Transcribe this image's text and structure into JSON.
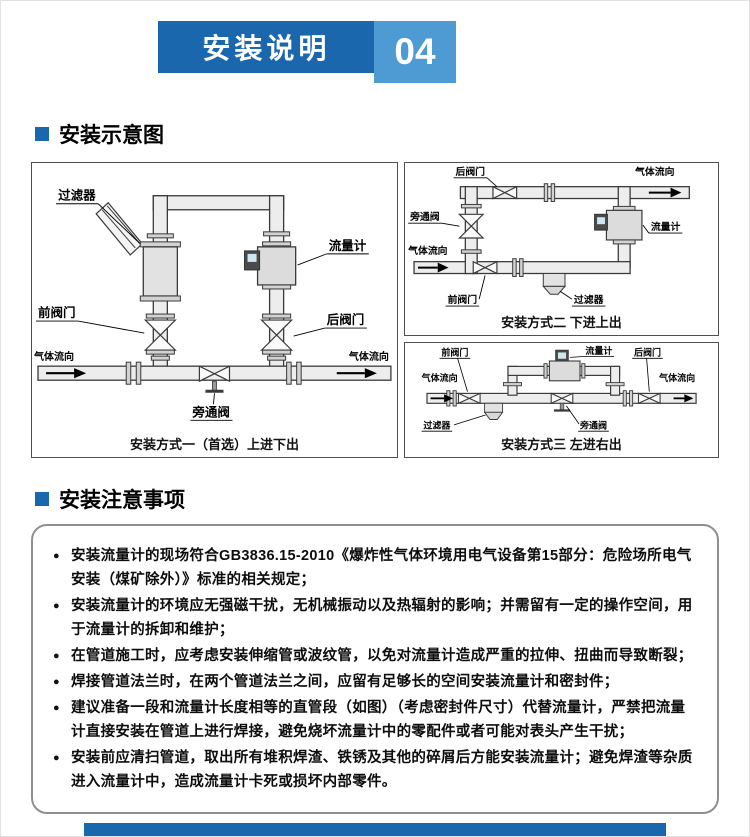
{
  "header": {
    "title": "安装说明",
    "page_number": "04"
  },
  "colors": {
    "primary_blue": "#1b67ae",
    "light_blue": "#4e9ad2"
  },
  "diagram": {
    "title": "安装示意图",
    "method1": {
      "caption": "安装方式一（首选）上进下出",
      "labels": {
        "filter": "过滤器",
        "flow_meter": "流量计",
        "front_valve": "前阀门",
        "rear_valve": "后阀门",
        "bypass_valve": "旁通阀",
        "gas_flow_in": "气体流向",
        "gas_flow_out": "气体流向"
      }
    },
    "method2": {
      "caption": "安装方式二 下进上出",
      "labels": {
        "filter": "过滤器",
        "flow_meter": "流量计",
        "front_valve": "前阀门",
        "rear_valve": "后阀门",
        "bypass_valve": "旁通阀",
        "gas_flow_in": "气体流向",
        "gas_flow_out": "气体流向"
      }
    },
    "method3": {
      "caption": "安装方式三 左进右出",
      "labels": {
        "filter": "过滤器",
        "flow_meter": "流量计",
        "front_valve": "前阀门",
        "rear_valve": "后阀门",
        "bypass_valve": "旁通阀",
        "gas_flow_in": "气体流向",
        "gas_flow_out": "气体流向"
      }
    }
  },
  "notes": {
    "title": "安装注意事项",
    "bullet": "●",
    "items": [
      "安装流量计的现场符合GB3836.15-2010《爆炸性气体环境用电气设备第15部分：危险场所电气安装（煤矿除外）》标准的相关规定；",
      "安装流量计的环境应无强磁干扰，无机械振动以及热辐射的影响；并需留有一定的操作空间，用于流量计的拆卸和维护；",
      "在管道施工时，应考虑安装伸缩管或波纹管，以免对流量计造成严重的拉伸、扭曲而导致断裂；",
      "焊接管道法兰时，在两个管道法兰之间，应留有足够长的空间安装流量计和密封件；",
      "建议准备一段和流量计长度相等的直管段（如图）（考虑密封件尺寸）代替流量计，严禁把流量计直接安装在管道上进行焊接，避免烧坏流量计中的零配件或者可能对表头产生干扰；",
      "安装前应清扫管道，取出所有堆积焊渣、铁锈及其他的碎屑后方能安装流量计；避免焊渣等杂质进入流量计中，造成流量计卡死或损坏内部零件。"
    ]
  }
}
